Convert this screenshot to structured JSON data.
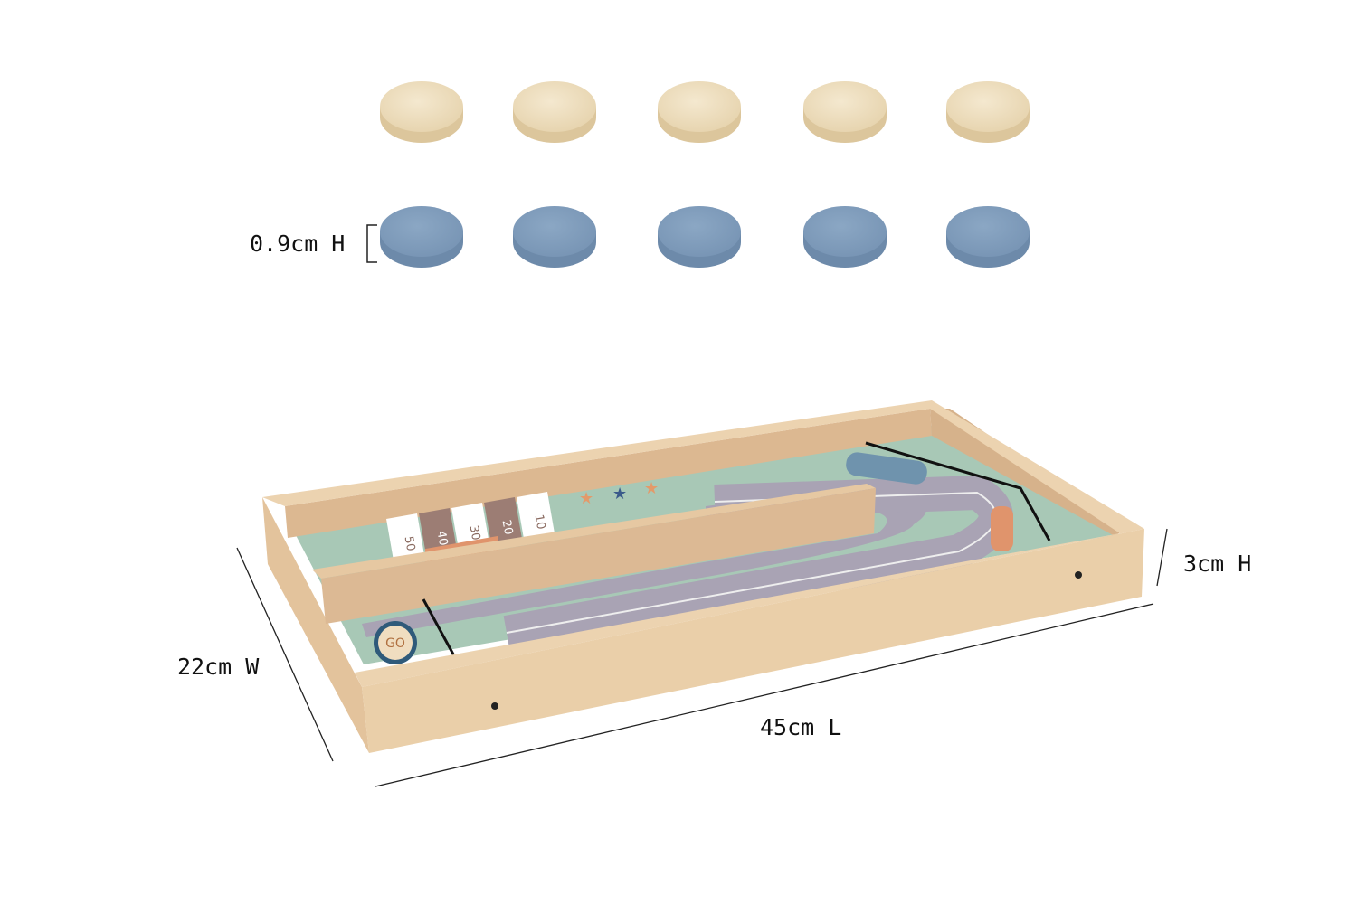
{
  "dimensions": {
    "puck_height": "0.9cm H",
    "width": "22cm W",
    "length": "45cm L",
    "height": "3cm H"
  },
  "board_print": {
    "scores": [
      "50",
      "40",
      "30",
      "20",
      "10"
    ],
    "start_label": "GO"
  },
  "pieces": {
    "natural_count": 5,
    "blue_count": 5
  },
  "colors": {
    "natural_puck": "#ecdcbb",
    "blue_puck": "#7f9cbc",
    "wood": "#e8cba6",
    "mat_green": "#a7c7b5",
    "track": "#a9a3b4",
    "accent_orange": "#e0946c"
  }
}
